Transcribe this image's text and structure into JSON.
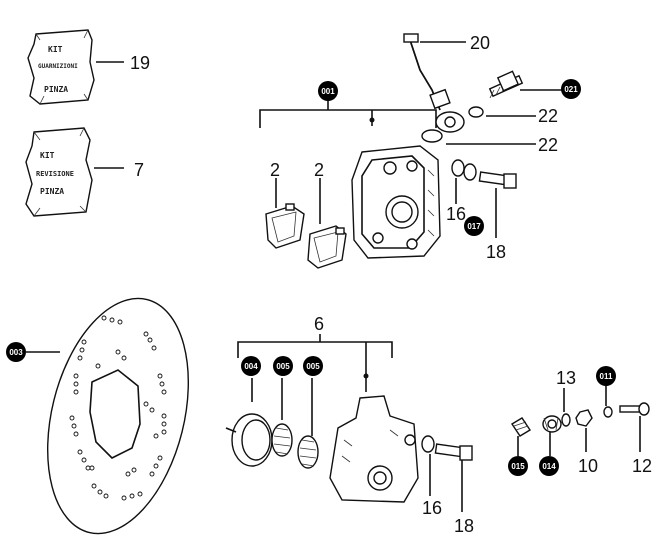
{
  "kits": {
    "pads_kit": {
      "lines": [
        "KIT",
        "GUARNIZIONI",
        "PINZA"
      ]
    },
    "repair_kit": {
      "lines": [
        "KIT",
        "REVISIONE",
        "PINZA"
      ]
    }
  },
  "part_numbers": {
    "p19": "19",
    "p7": "7",
    "p20": "20",
    "p22a": "22",
    "p22b": "22",
    "p2a": "2",
    "p2b": "2",
    "p16a": "16",
    "p18a": "18",
    "p6": "6",
    "p16b": "16",
    "p18b": "18",
    "p13": "13",
    "p10": "10",
    "p12": "12"
  },
  "badges": {
    "b001": "001",
    "b021": "021",
    "b017": "017",
    "b003": "003",
    "b004": "004",
    "b005a": "005",
    "b005b": "005",
    "b011": "011",
    "b015": "015",
    "b014": "014"
  }
}
